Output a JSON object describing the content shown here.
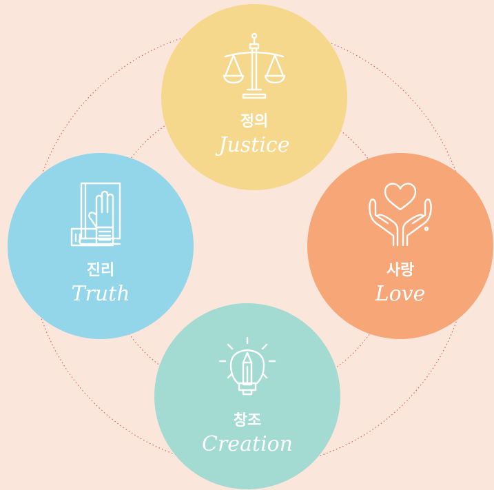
{
  "colors": {
    "background": "#fbe6dc",
    "ring": "#e0605a",
    "justice": "#f6d88c",
    "truth": "#93d6e9",
    "love": "#f7a678",
    "creation": "#a3dad2"
  },
  "nodes": {
    "justice": {
      "label_ko": "정의",
      "label_en": "Justice",
      "icon": "scales-icon"
    },
    "truth": {
      "label_ko": "진리",
      "label_en": "Truth",
      "icon": "hand-on-book-icon"
    },
    "love": {
      "label_ko": "사랑",
      "label_en": "Love",
      "icon": "hands-holding-heart-icon"
    },
    "creation": {
      "label_ko": "창조",
      "label_en": "Creation",
      "icon": "lightbulb-pencil-icon"
    }
  }
}
